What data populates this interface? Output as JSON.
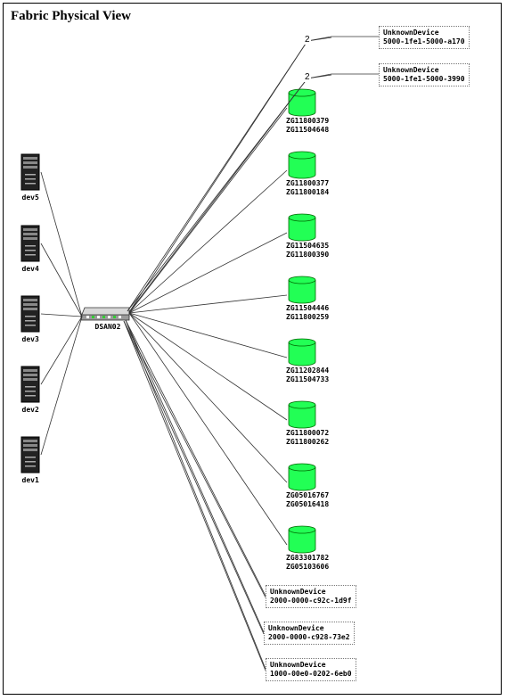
{
  "title": "Fabric Physical View",
  "switch": {
    "name": "DSAN02",
    "icon": "network-switch-icon"
  },
  "hosts": [
    {
      "name": "dev5",
      "icon": "server-tower-icon"
    },
    {
      "name": "dev4",
      "icon": "server-tower-icon"
    },
    {
      "name": "dev3",
      "icon": "server-tower-icon"
    },
    {
      "name": "dev2",
      "icon": "server-tower-icon"
    },
    {
      "name": "dev1",
      "icon": "server-tower-icon"
    }
  ],
  "storage": [
    {
      "line1": "ZG11800379",
      "line2": "ZG11504648",
      "icon": "storage-cylinder-icon"
    },
    {
      "line1": "ZG11800377",
      "line2": "ZG11800184",
      "icon": "storage-cylinder-icon"
    },
    {
      "line1": "ZG11504635",
      "line2": "ZG11800390",
      "icon": "storage-cylinder-icon"
    },
    {
      "line1": "ZG11504446",
      "line2": "ZG11800259",
      "icon": "storage-cylinder-icon"
    },
    {
      "line1": "ZG11202844",
      "line2": "ZG11504733",
      "icon": "storage-cylinder-icon"
    },
    {
      "line1": "ZG11800072",
      "line2": "ZG11800262",
      "icon": "storage-cylinder-icon"
    },
    {
      "line1": "ZG05016767",
      "line2": "ZG05016418",
      "icon": "storage-cylinder-icon"
    },
    {
      "line1": "ZG83301782",
      "line2": "ZG05103606",
      "icon": "storage-cylinder-icon"
    }
  ],
  "unknown_top": [
    {
      "line1": "UnknownDevice",
      "line2": "5000-1fe1-5000-a170",
      "link_count": "2"
    },
    {
      "line1": "UnknownDevice",
      "line2": "5000-1fe1-5000-3990",
      "link_count": "2"
    }
  ],
  "unknown_bottom": [
    {
      "line1": "UnknownDevice",
      "line2": "2000-0000-c92c-1d9f"
    },
    {
      "line1": "UnknownDevice",
      "line2": "2000-0000-c928-73e2"
    },
    {
      "line1": "UnknownDevice",
      "line2": "1000-00e0-0202-6eb0"
    }
  ],
  "colors": {
    "storage_fill": "#22ff55",
    "storage_stroke": "#006600",
    "wire": "#333333"
  }
}
